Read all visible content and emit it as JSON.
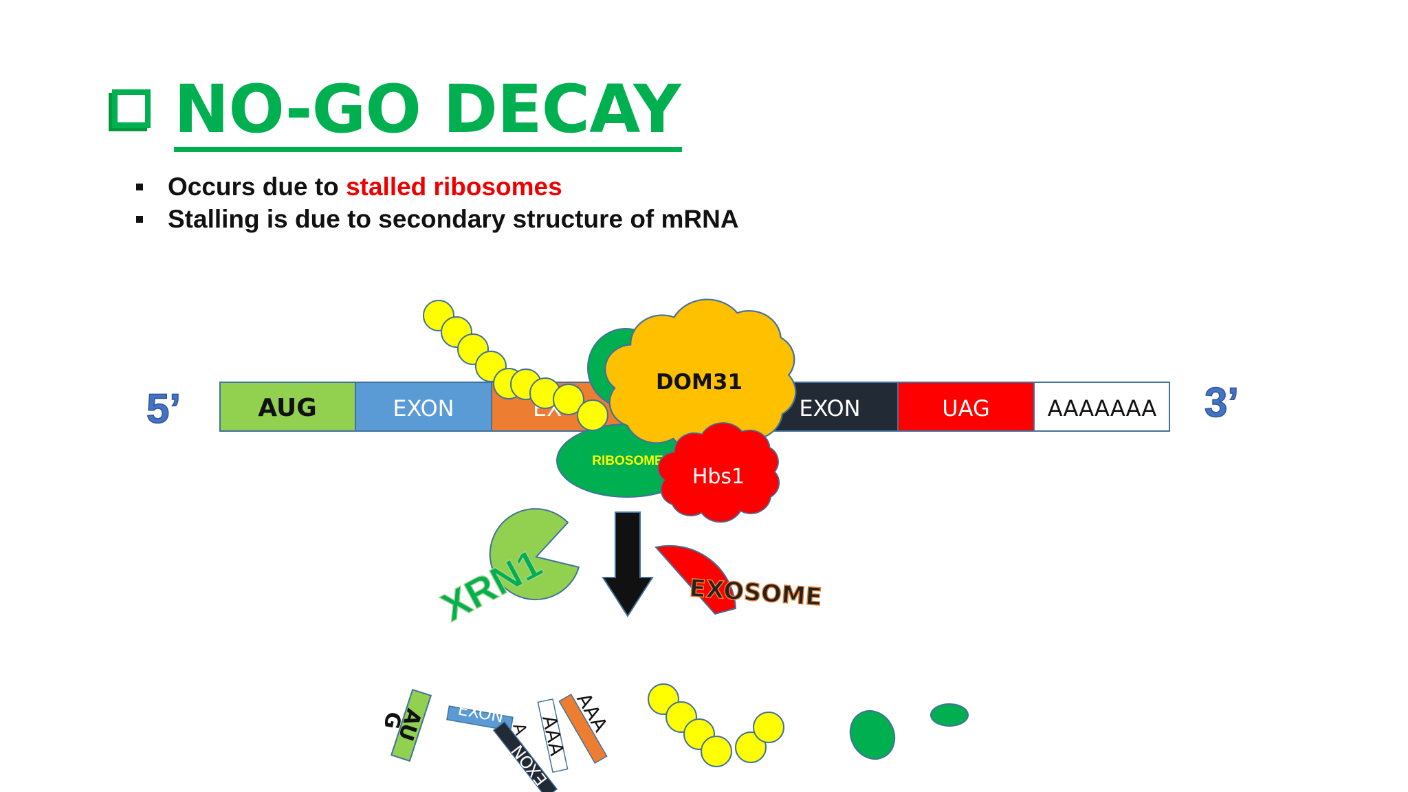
{
  "title": "NO-GO DECAY",
  "bullets": [
    {
      "text": "Occurs due to ",
      "highlight": "stalled ribosomes"
    },
    {
      "text": "Stalling is due to secondary structure of mRNA",
      "highlight": ""
    }
  ],
  "mrna": {
    "five_prime": "5’",
    "three_prime": "3’",
    "segments": [
      "AUG",
      "EXON",
      "EX",
      "EXON",
      "UAG",
      "AAAAAAA"
    ]
  },
  "labels": {
    "dom31": "DOM31",
    "ribosome": "RIBOSOME",
    "hbs1": "Hbs1",
    "xrn1": "XRN1",
    "exosome": "EXOSOME"
  },
  "fragments": {
    "aug_a": "AU",
    "aug_b": "G",
    "exon_blue": "EXON",
    "exon_dark": "EXON",
    "a_small": "A",
    "aaa_white": "AAA",
    "aaa_orange": "AAA"
  },
  "colors": {
    "accent_green": "#00b050",
    "aug": "#92d050",
    "exon_blue": "#5b9bd5",
    "exon_orange": "#ed7d31",
    "exon_dark": "#222a35",
    "uag_red": "#ff0000",
    "dom31_yellow": "#ffc000",
    "beads": "#ffff00",
    "prime_label": "#4472c4"
  }
}
